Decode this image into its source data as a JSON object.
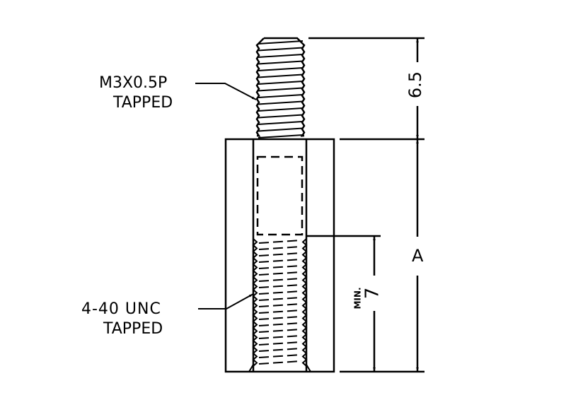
{
  "drawing": {
    "stud_thread_label": [
      "M3X0.5P",
      "TAPPED"
    ],
    "bore_thread_label": [
      "4-40 UNC",
      "TAPPED"
    ],
    "stud_length_dim": "6.5",
    "body_length_dim": "A",
    "thread_depth_dim": "7",
    "thread_depth_note": "MIN.",
    "line_color": "#000000"
  }
}
